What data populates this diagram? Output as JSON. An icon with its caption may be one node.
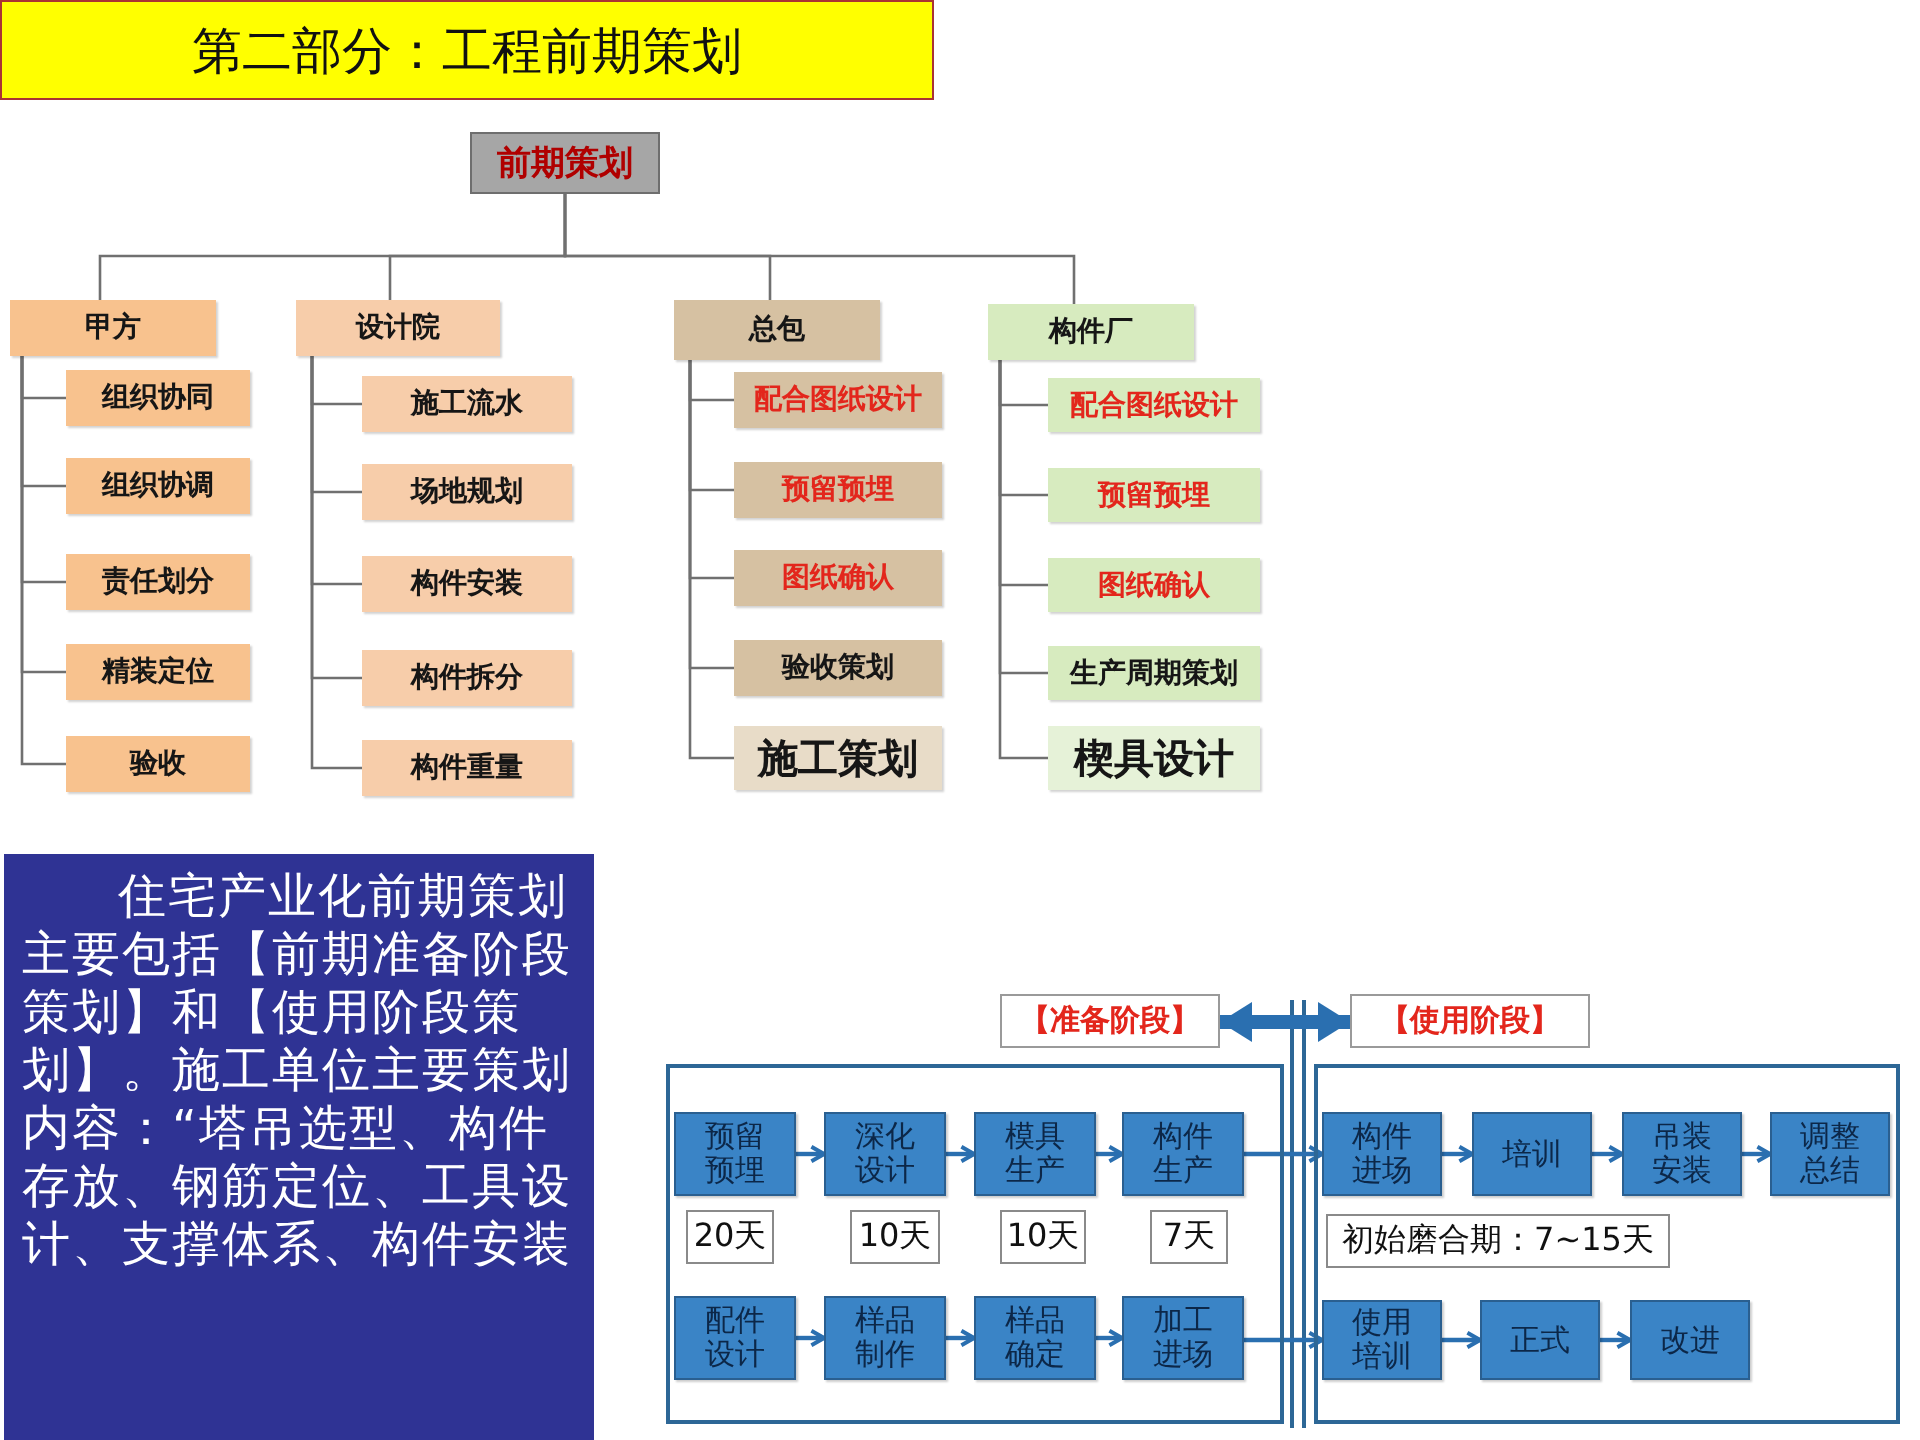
{
  "diagram": {
    "title": "第二部分：工程前期策划",
    "nodes": [
      {
        "text": [
          "前期策划"
        ]
      },
      {
        "text": [
          "甲方"
        ]
      },
      {
        "text": [
          "设计院"
        ]
      },
      {
        "text": [
          "总包"
        ]
      },
      {
        "text": [
          "构件厂"
        ]
      },
      {
        "text": [
          "组织协同"
        ]
      },
      {
        "text": [
          "组织协调"
        ]
      },
      {
        "text": [
          "责任划分"
        ]
      },
      {
        "text": [
          "精装定位"
        ]
      },
      {
        "text": [
          "验收"
        ]
      },
      {
        "text": [
          "施工流水"
        ]
      },
      {
        "text": [
          "场地规划"
        ]
      },
      {
        "text": [
          "构件安装"
        ]
      },
      {
        "text": [
          "构件拆分"
        ]
      },
      {
        "text": [
          "构件重量"
        ]
      },
      {
        "text": [
          "配合图纸设计"
        ]
      },
      {
        "text": [
          "预留预埋"
        ]
      },
      {
        "text": [
          "图纸确认"
        ]
      },
      {
        "text": [
          "验收策划"
        ]
      },
      {
        "text": [
          "施工策划"
        ]
      },
      {
        "text": [
          "配合图纸设计"
        ]
      },
      {
        "text": [
          "预留预埋"
        ]
      },
      {
        "text": [
          "图纸确认"
        ]
      },
      {
        "text": [
          "生产周期策划"
        ]
      },
      {
        "text": [
          "楔具设计"
        ]
      },
      {
        "text": [
          "住宅产业化前期策划主要包括【前期准备阶段策划】和【使用阶段策划】。施工单位主要策划内容：“塔吊选型、构件存放、钢筋定位、工具设计、支撑体系、构件安装"
        ]
      },
      {
        "text": [
          "【准备阶段】"
        ]
      },
      {
        "text": [
          "【使用阶段】"
        ]
      },
      {
        "text": [],
        "shape": "box"
      },
      {
        "text": [
          "预留预埋"
        ],
        "in": 28
      },
      {
        "text": [
          "深化设计"
        ],
        "in": 28
      },
      {
        "text": [
          "模具生产"
        ],
        "in": 28
      },
      {
        "text": [
          "构件生产"
        ],
        "in": 28
      },
      {
        "text": [
          "20天"
        ],
        "in": 28
      },
      {
        "text": [
          "10天"
        ],
        "in": 28
      },
      {
        "text": [
          "10天"
        ],
        "in": 28
      },
      {
        "text": [
          "7天"
        ],
        "in": 28
      },
      {
        "text": [
          "配件设计"
        ],
        "in": 28
      },
      {
        "text": [
          "样品制作"
        ],
        "in": 28
      },
      {
        "text": [
          "样品确定"
        ],
        "in": 28
      },
      {
        "text": [
          "加工进场"
        ],
        "in": 28
      },
      {
        "text": [],
        "shape": "box"
      },
      {
        "text": [
          "构件进场"
        ],
        "in": 41
      },
      {
        "text": [
          "培训"
        ],
        "in": 41
      },
      {
        "text": [
          "吊装安装"
        ],
        "in": 41
      },
      {
        "text": [
          "调整总结"
        ],
        "in": 41
      },
      {
        "text": [
          "初始磨合期：7~15天"
        ],
        "in": 41
      },
      {
        "text": [
          "使用培训"
        ],
        "in": 41
      },
      {
        "text": [
          "正式"
        ],
        "in": 41
      },
      {
        "text": [
          "改进"
        ],
        "in": 41
      }
    ],
    "edges": [
      {
        "from": 0,
        "to": 1,
        "arrow": "none"
      },
      {
        "from": 0,
        "to": 2,
        "arrow": "none"
      },
      {
        "from": 0,
        "to": 3,
        "arrow": "none"
      },
      {
        "from": 0,
        "to": 4,
        "arrow": "none"
      },
      {
        "from": 1,
        "to": 5,
        "arrow": "none"
      },
      {
        "from": 1,
        "to": 6,
        "arrow": "none"
      },
      {
        "from": 1,
        "to": 7,
        "arrow": "none"
      },
      {
        "from": 1,
        "to": 8,
        "arrow": "none"
      },
      {
        "from": 1,
        "to": 9,
        "arrow": "none"
      },
      {
        "from": 2,
        "to": 10,
        "arrow": "none"
      },
      {
        "from": 2,
        "to": 11,
        "arrow": "none"
      },
      {
        "from": 2,
        "to": 12,
        "arrow": "none"
      },
      {
        "from": 2,
        "to": 13,
        "arrow": "none"
      },
      {
        "from": 2,
        "to": 14,
        "arrow": "none"
      },
      {
        "from": 3,
        "to": 15,
        "arrow": "none"
      },
      {
        "from": 3,
        "to": 16,
        "arrow": "none"
      },
      {
        "from": 3,
        "to": 17,
        "arrow": "none"
      },
      {
        "from": 3,
        "to": 18,
        "arrow": "none"
      },
      {
        "from": 3,
        "to": 19,
        "arrow": "none"
      },
      {
        "from": 4,
        "to": 20,
        "arrow": "none"
      },
      {
        "from": 4,
        "to": 21,
        "arrow": "none"
      },
      {
        "from": 4,
        "to": 22,
        "arrow": "none"
      },
      {
        "from": 4,
        "to": 23,
        "arrow": "none"
      },
      {
        "from": 4,
        "to": 24,
        "arrow": "none"
      },
      {
        "from": 26,
        "to": 27,
        "arrow": "both",
        "style": "thick",
        "color": "#2a6fb0"
      },
      {
        "from": 29,
        "to": 30,
        "arrow": "to",
        "color": "#2a6fb0"
      },
      {
        "from": 30,
        "to": 31,
        "arrow": "to",
        "color": "#2a6fb0"
      },
      {
        "from": 31,
        "to": 32,
        "arrow": "to",
        "color": "#2a6fb0"
      },
      {
        "from": 32,
        "to": 42,
        "arrow": "to",
        "color": "#2a6fb0"
      },
      {
        "from": 37,
        "to": 38,
        "arrow": "to",
        "color": "#2a6fb0"
      },
      {
        "from": 38,
        "to": 39,
        "arrow": "to",
        "color": "#2a6fb0"
      },
      {
        "from": 39,
        "to": 40,
        "arrow": "to",
        "color": "#2a6fb0"
      },
      {
        "from": 40,
        "to": 47,
        "arrow": "to",
        "color": "#2a6fb0"
      },
      {
        "from": 42,
        "to": 43,
        "arrow": "to",
        "color": "#2a6fb0"
      },
      {
        "from": 43,
        "to": 44,
        "arrow": "to",
        "color": "#2a6fb0"
      },
      {
        "from": 44,
        "to": 45,
        "arrow": "to",
        "color": "#2a6fb0"
      },
      {
        "from": 47,
        "to": 48,
        "arrow": "to",
        "color": "#2a6fb0"
      },
      {
        "from": 48,
        "to": 49,
        "arrow": "to",
        "color": "#2a6fb0"
      }
    ]
  }
}
